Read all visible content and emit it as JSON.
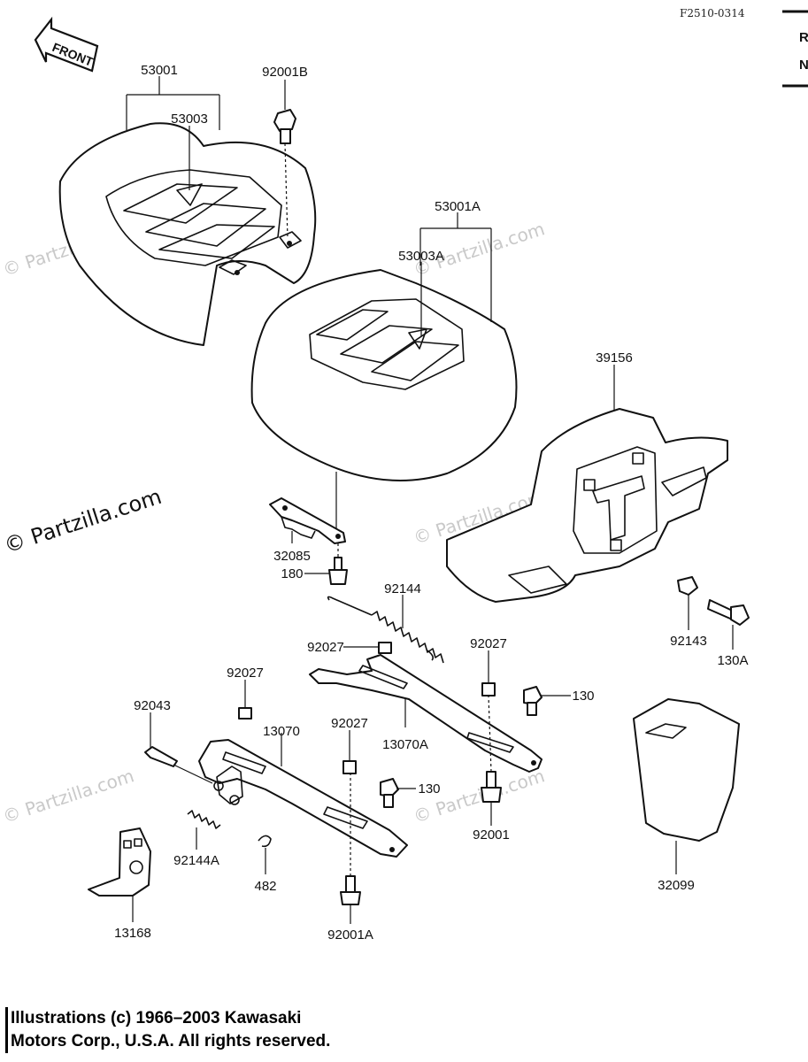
{
  "diagram": {
    "ref_code": "F2510-0314",
    "front_label": "FRONT",
    "watermark": "© Partzilla.com",
    "edge_letters": [
      "R",
      "N"
    ],
    "parts": {
      "p53001": "53001",
      "p53003": "53003",
      "p92001B": "92001B",
      "p53001A": "53001A",
      "p53003A": "53003A",
      "p39156": "39156",
      "p32085": "32085",
      "p180": "180",
      "p92144": "92144",
      "p92027a": "92027",
      "p92027b": "92027",
      "p92027c": "92027",
      "p92027d": "92027",
      "p92143": "92143",
      "p130A": "130A",
      "p130a": "130",
      "p130b": "130",
      "p92043": "92043",
      "p13070": "13070",
      "p13070A": "13070A",
      "p92001": "92001",
      "p92144A": "92144A",
      "p482": "482",
      "p13168": "13168",
      "p92001A": "92001A",
      "p32099": "32099"
    }
  },
  "copyright": {
    "line1": "Illustrations (c) 1966–2003 Kawasaki",
    "line2": "Motors Corp., U.S.A.  All rights reserved."
  }
}
